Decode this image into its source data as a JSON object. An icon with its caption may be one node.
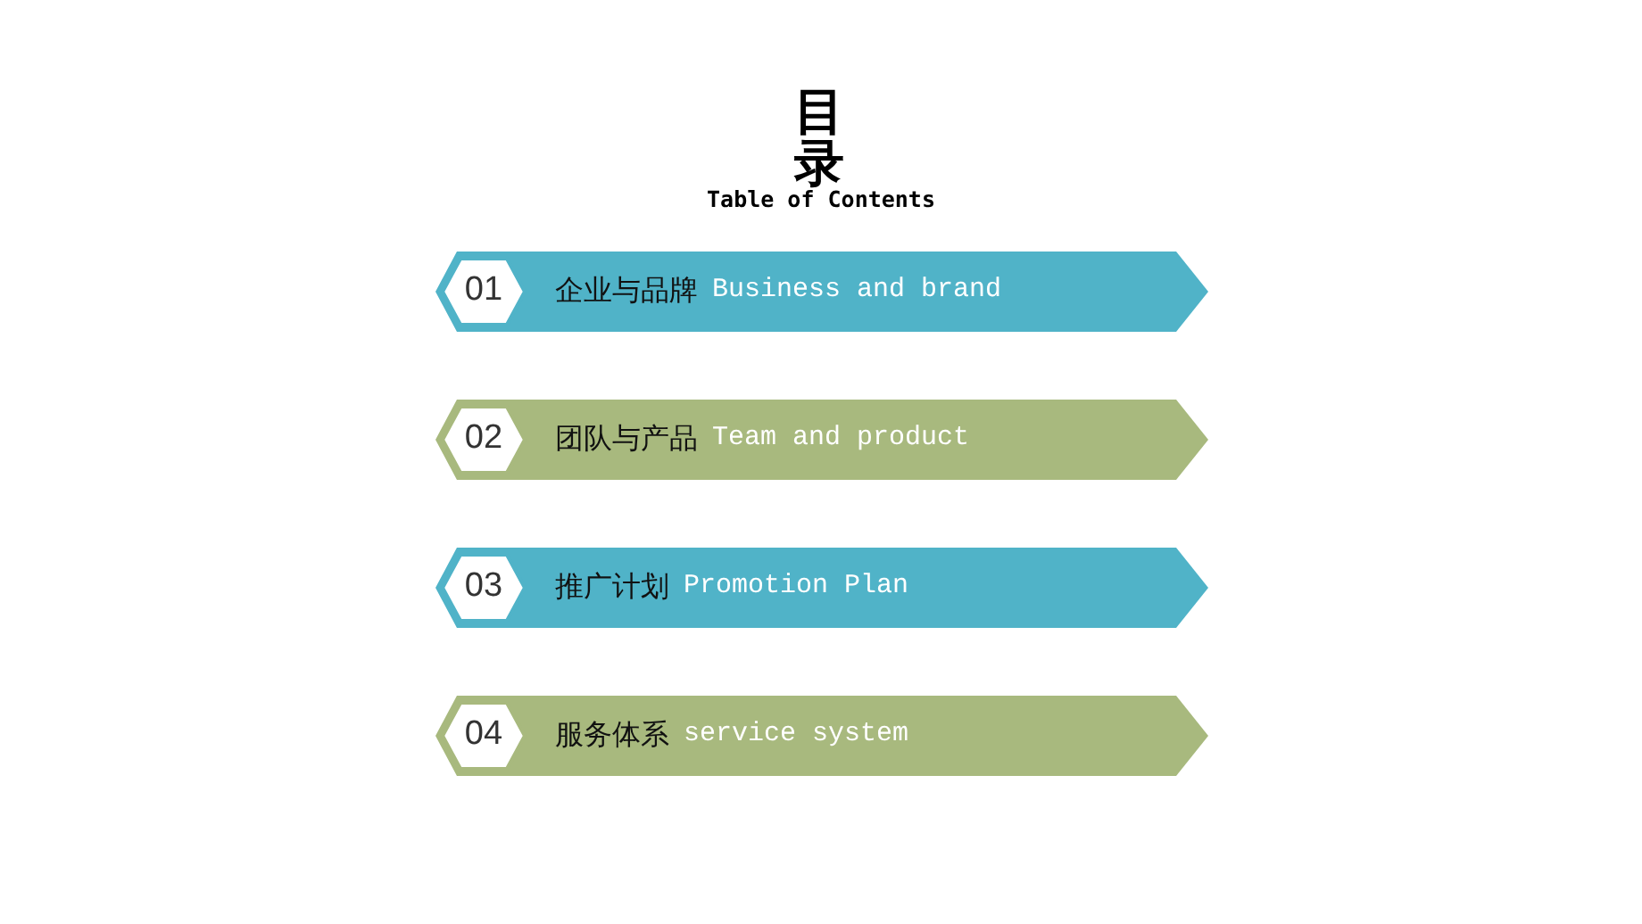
{
  "diagram": {
    "title": "目录",
    "nodes": [
      {
        "text": [
          "企业与品牌",
          "Business and brand"
        ]
      },
      {
        "text": [
          "01"
        ],
        "in": 0
      },
      {
        "text": [
          "团队与产品",
          "Team and product"
        ]
      },
      {
        "text": [
          "02"
        ],
        "in": 2
      },
      {
        "text": [
          "推广计划",
          "Promotion Plan"
        ]
      },
      {
        "text": [
          "03"
        ],
        "in": 4
      },
      {
        "text": [
          "服务体系",
          "service system"
        ]
      },
      {
        "text": [
          "04"
        ],
        "in": 6
      }
    ],
    "labels": [
      "Table of Contents"
    ]
  }
}
